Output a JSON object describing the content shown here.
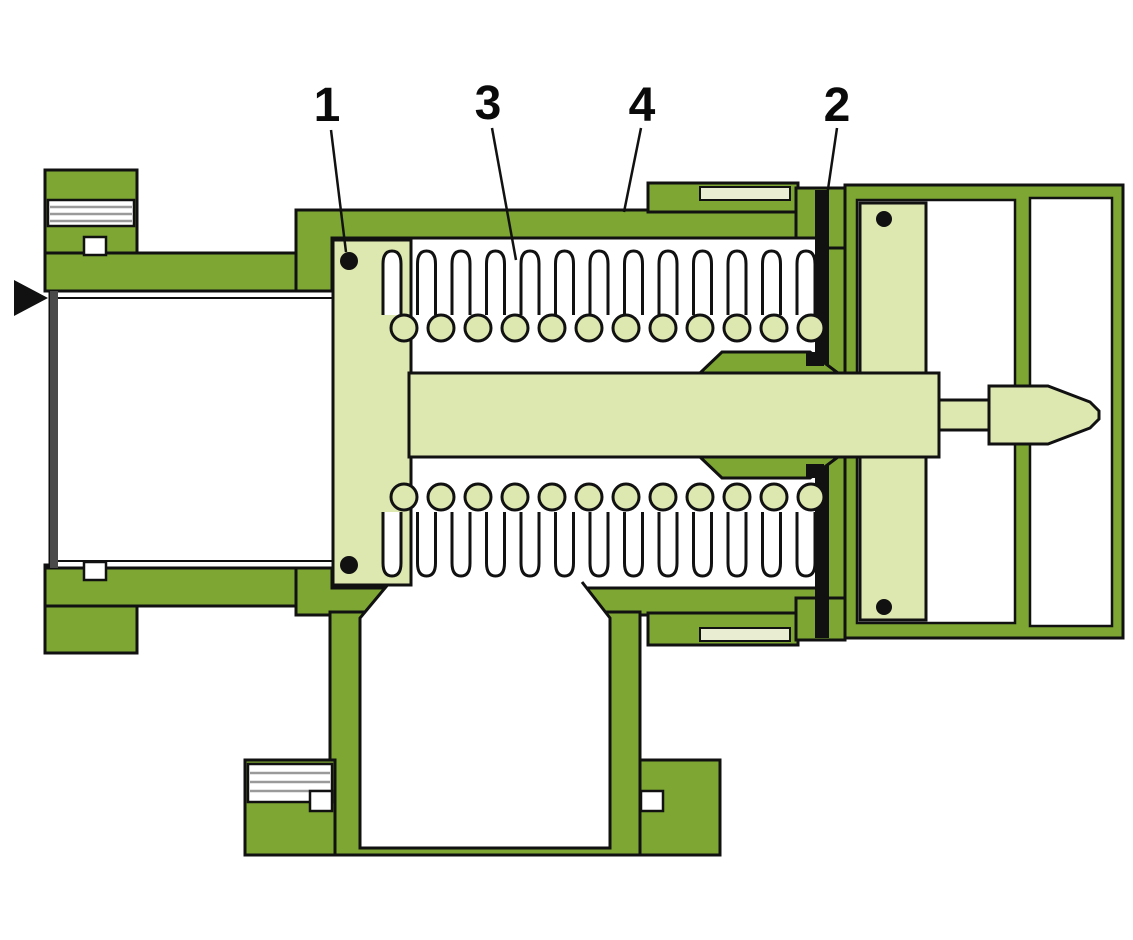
{
  "diagram": {
    "callouts": [
      {
        "label": "1"
      },
      {
        "label": "3"
      },
      {
        "label": "4"
      },
      {
        "label": "2"
      }
    ],
    "colors": {
      "housing_green": "#7DA632",
      "light_green": "#DDE7B0",
      "boss_strip": "#E9EED2",
      "outline": "#111111",
      "rim_shadow": "#4A4A4A",
      "stripe_gray": "#9A9A9A",
      "background": "#FFFFFF"
    }
  }
}
